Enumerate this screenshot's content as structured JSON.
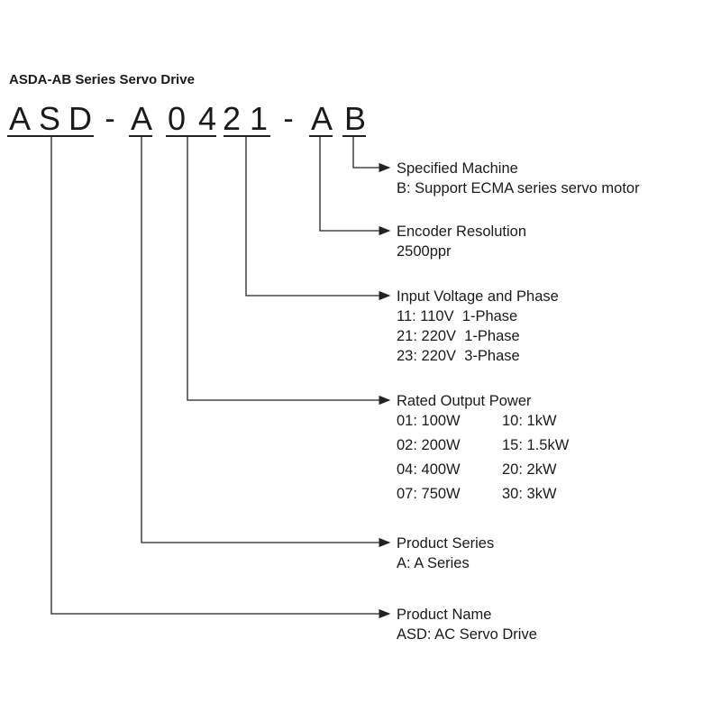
{
  "title": "ASDA-AB Series Servo Drive",
  "code": {
    "chars": [
      "A",
      "S",
      "D",
      "A",
      "0",
      "4",
      "2",
      "1",
      "A",
      "B"
    ],
    "dashes": [
      "-",
      "-",
      "-"
    ]
  },
  "fields": {
    "specified_machine": {
      "heading": "Specified Machine",
      "lines": [
        "B: Support ECMA series servo motor"
      ]
    },
    "encoder_resolution": {
      "heading": "Encoder Resolution",
      "lines": [
        "2500ppr"
      ]
    },
    "input_voltage": {
      "heading": "Input Voltage and Phase",
      "lines": [
        "11: 110V  1-Phase",
        "21: 220V  1-Phase",
        "23: 220V  3-Phase"
      ]
    },
    "rated_output_power": {
      "heading": "Rated Output Power",
      "rows": [
        [
          "01: 100W",
          "10: 1kW"
        ],
        [
          "02: 200W",
          "15: 1.5kW"
        ],
        [
          "04: 400W",
          "20: 2kW"
        ],
        [
          "07: 750W",
          "30: 3kW"
        ]
      ]
    },
    "product_series": {
      "heading": "Product Series",
      "lines": [
        "A: A Series"
      ]
    },
    "product_name": {
      "heading": "Product Name",
      "lines": [
        "ASD: AC Servo Drive"
      ]
    }
  }
}
